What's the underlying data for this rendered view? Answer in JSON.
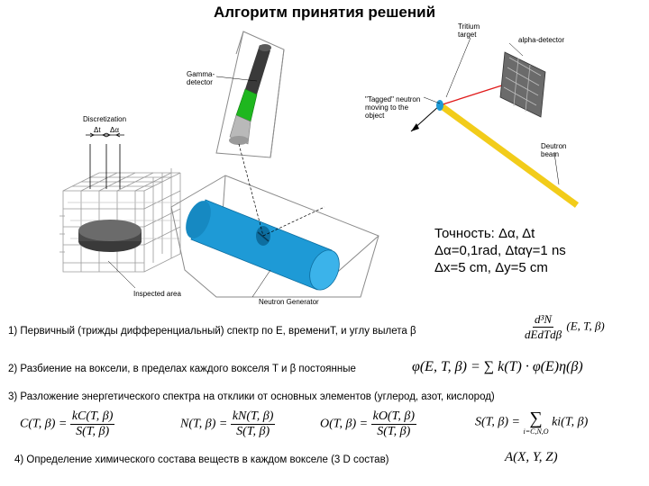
{
  "title": "Алгоритм принятия решений",
  "diagram": {
    "gamma_detector_label": "Gamma-\ndetector",
    "discretization_label": "Discretization",
    "delta_t_label": "Δt",
    "delta_alpha_label": "Δα",
    "tritium_target_label": "Tritium\ntarget",
    "alpha_detector_label": "alpha-detector",
    "tagged_neutron_label": "\"Tagged\" neutron\nmoving to the\nobject",
    "deutron_beam_label": "Deutron\nbeam",
    "inspected_area_label": "Inspected area",
    "neutron_generator_label": "Neutron Generator",
    "colors": {
      "generator_blue": "#1e9ad6",
      "collimator_green": "#1fb71f",
      "beam_yellow": "#f2cc1a",
      "beam_red": "#e01a1a"
    }
  },
  "accuracy": {
    "line1": "Точность: Δα, Δt",
    "line2": "Δα=0,1rad, Δtαγ=1 ns",
    "line3": "Δx=5 cm, Δy=5 cm"
  },
  "steps": {
    "s1": "1) Первичный (трижды дифференциальный) спектр по E, времениT, и углу вылета β",
    "s2": "2) Разбиение на воксели, в пределах каждого вокселя T и β  постоянные",
    "s3": "3) Разложение энергетического спектра на отклики от основных элементов (углерод, азот, кислород)",
    "s4": "4) Определение химического состава веществ в каждом вокселе (3 D состав)"
  },
  "formulas": {
    "f1_num": "d³N",
    "f1_den": "dEdTdβ",
    "f1_args": "(E, T, β)",
    "f2_lhs": "φ(E, T, β) =",
    "f2_rhs": "∑ k(T) · φ(E)η(β)",
    "c_lhs": "C(T, β) =",
    "c_num": "kC(T, β)",
    "c_den": "S(T, β)",
    "n_lhs": "N(T, β) =",
    "n_num": "kN(T, β)",
    "n_den": "S(T, β)",
    "o_lhs": "O(T, β) =",
    "o_num": "kO(T, β)",
    "o_den": "S(T, β)",
    "s_lhs": "S(T, β) =",
    "s_sum": "∑",
    "s_sub": "i=C,N,O",
    "s_rhs": "ki(T, β)",
    "a_xyz": "A(X, Y, Z)"
  }
}
